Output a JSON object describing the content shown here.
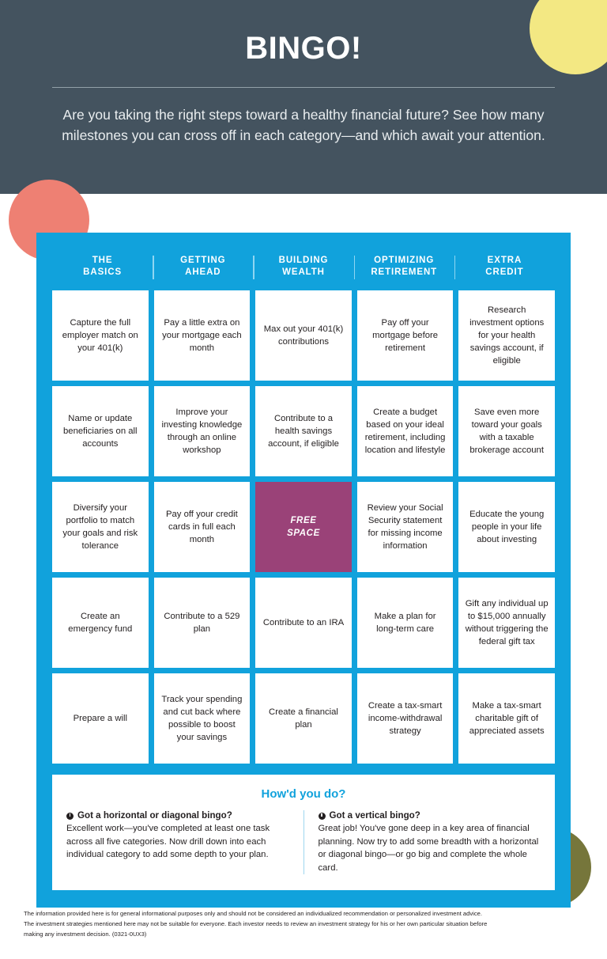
{
  "header": {
    "title": "BINGO!",
    "subtitle": "Are you taking the right steps toward a healthy financial future? See how many milestones you can cross off in each category—and which await your attention."
  },
  "colors": {
    "header_background": "#44535F",
    "card_blue": "#11A2DC",
    "free_space_magenta": "#9A4278",
    "circle_yellow": "#F3E883",
    "circle_coral": "#EE8073",
    "circle_olive": "#76763B",
    "cell_background": "#FFFFFF"
  },
  "card": {
    "columns": [
      {
        "line1": "THE",
        "line2": "BASICS"
      },
      {
        "line1": "GETTING",
        "line2": "AHEAD"
      },
      {
        "line1": "BUILDING",
        "line2": "WEALTH"
      },
      {
        "line1": "OPTIMIZING",
        "line2": "RETIREMENT"
      },
      {
        "line1": "EXTRA",
        "line2": "CREDIT"
      }
    ],
    "cells": [
      {
        "text": "Capture the full employer match on your 401(k)",
        "free": false
      },
      {
        "text": "Pay a little extra on your mortgage each month",
        "free": false
      },
      {
        "text": "Max out your 401(k) contributions",
        "free": false
      },
      {
        "text": "Pay off your mortgage before retirement",
        "free": false
      },
      {
        "text": "Research investment options for your health savings account, if eligible",
        "free": false
      },
      {
        "text": "Name or update beneficiaries on all accounts",
        "free": false
      },
      {
        "text": "Improve your investing knowledge through an online workshop",
        "free": false
      },
      {
        "text": "Contribute to a health savings account, if eligible",
        "free": false
      },
      {
        "text": "Create a budget based on your ideal retirement, including location and lifestyle",
        "free": false
      },
      {
        "text": "Save even more toward your goals with a taxable brokerage account",
        "free": false
      },
      {
        "text": "Diversify your portfolio to match your goals and risk tolerance",
        "free": false
      },
      {
        "text": "Pay off your credit cards in full each month",
        "free": false
      },
      {
        "text": "FREE SPACE",
        "free": true
      },
      {
        "text": "Review your Social Security statement for missing income information",
        "free": false
      },
      {
        "text": "Educate the young people in your life about investing",
        "free": false
      },
      {
        "text": "Create an emergency fund",
        "free": false
      },
      {
        "text": "Contribute to a 529 plan",
        "free": false
      },
      {
        "text": "Contribute to an IRA",
        "free": false
      },
      {
        "text": "Make a plan for long-term care",
        "free": false
      },
      {
        "text": "Gift any individual up to $15,000 annually without triggering the federal gift tax",
        "free": false
      },
      {
        "text": "Prepare a will",
        "free": false
      },
      {
        "text": "Track your spending and cut back where possible to boost your savings",
        "free": false
      },
      {
        "text": "Create a financial plan",
        "free": false
      },
      {
        "text": "Create a tax-smart income-withdrawal strategy",
        "free": false
      },
      {
        "text": "Make a tax-smart charitable gift of appreciated assets",
        "free": false
      }
    ]
  },
  "howd_you_do": {
    "title": "How'd you do?",
    "left": {
      "heading": "Got a horizontal or diagonal bingo?",
      "body": "Excellent work—you've completed at least one task across all five categories. Now drill down into each individual category to add some depth to your plan."
    },
    "right": {
      "heading": "Got a vertical bingo?",
      "body": "Great job! You've gone deep in a key area of financial planning. Now try to add some breadth with a horizontal or diagonal bingo—or go big and complete the whole card."
    }
  },
  "disclaimer": {
    "text": "The information provided here is for general informational purposes only and should not be considered an individualized recommendation or personalized investment advice. The investment strategies mentioned here may not be suitable for everyone. Each investor needs to review an investment strategy for his or her own particular situation before making any investment decision. (0321-0UX3)"
  }
}
